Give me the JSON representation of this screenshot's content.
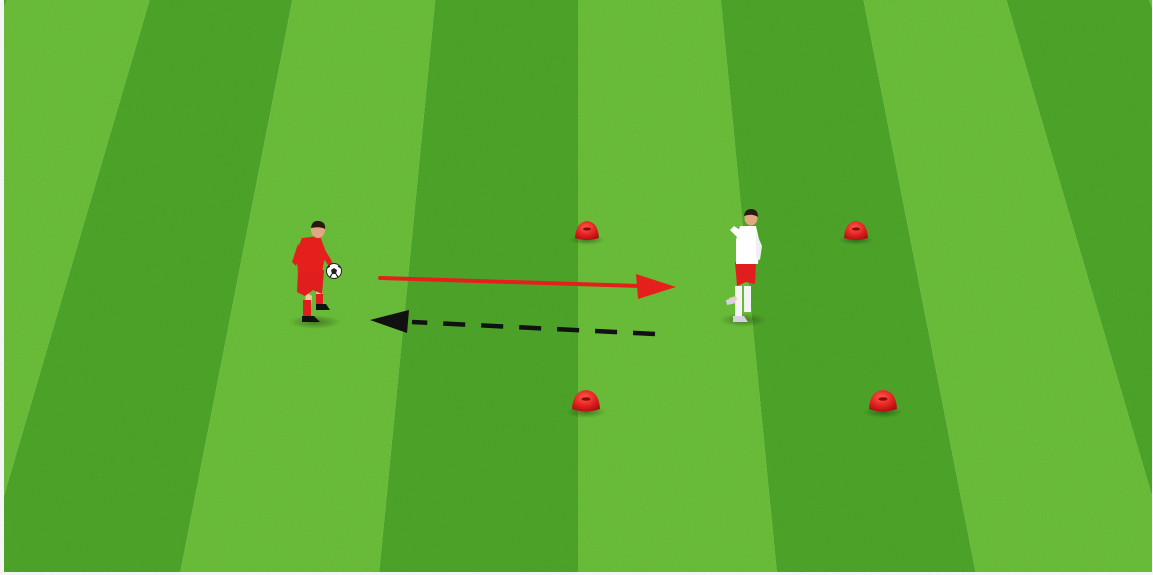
{
  "pitch": {
    "stripe_count": 10,
    "grass_light": "#6cc23a",
    "grass_dark": "#4fa82a",
    "frame_color": "#ffffff"
  },
  "players": [
    {
      "role": "server",
      "kit": "red",
      "has_ball": true
    },
    {
      "role": "receiver",
      "kit": "white-red-shorts",
      "has_ball": false
    }
  ],
  "cones": {
    "count": 4,
    "color": "#e01e1e"
  },
  "arrows": [
    {
      "type": "pass",
      "style": "solid",
      "color": "#e5201c",
      "direction": "left-to-right"
    },
    {
      "type": "return-pass",
      "style": "dashed",
      "color": "#111111",
      "direction": "right-to-left"
    }
  ],
  "ball": {
    "icon": "soccer-ball-icon"
  }
}
